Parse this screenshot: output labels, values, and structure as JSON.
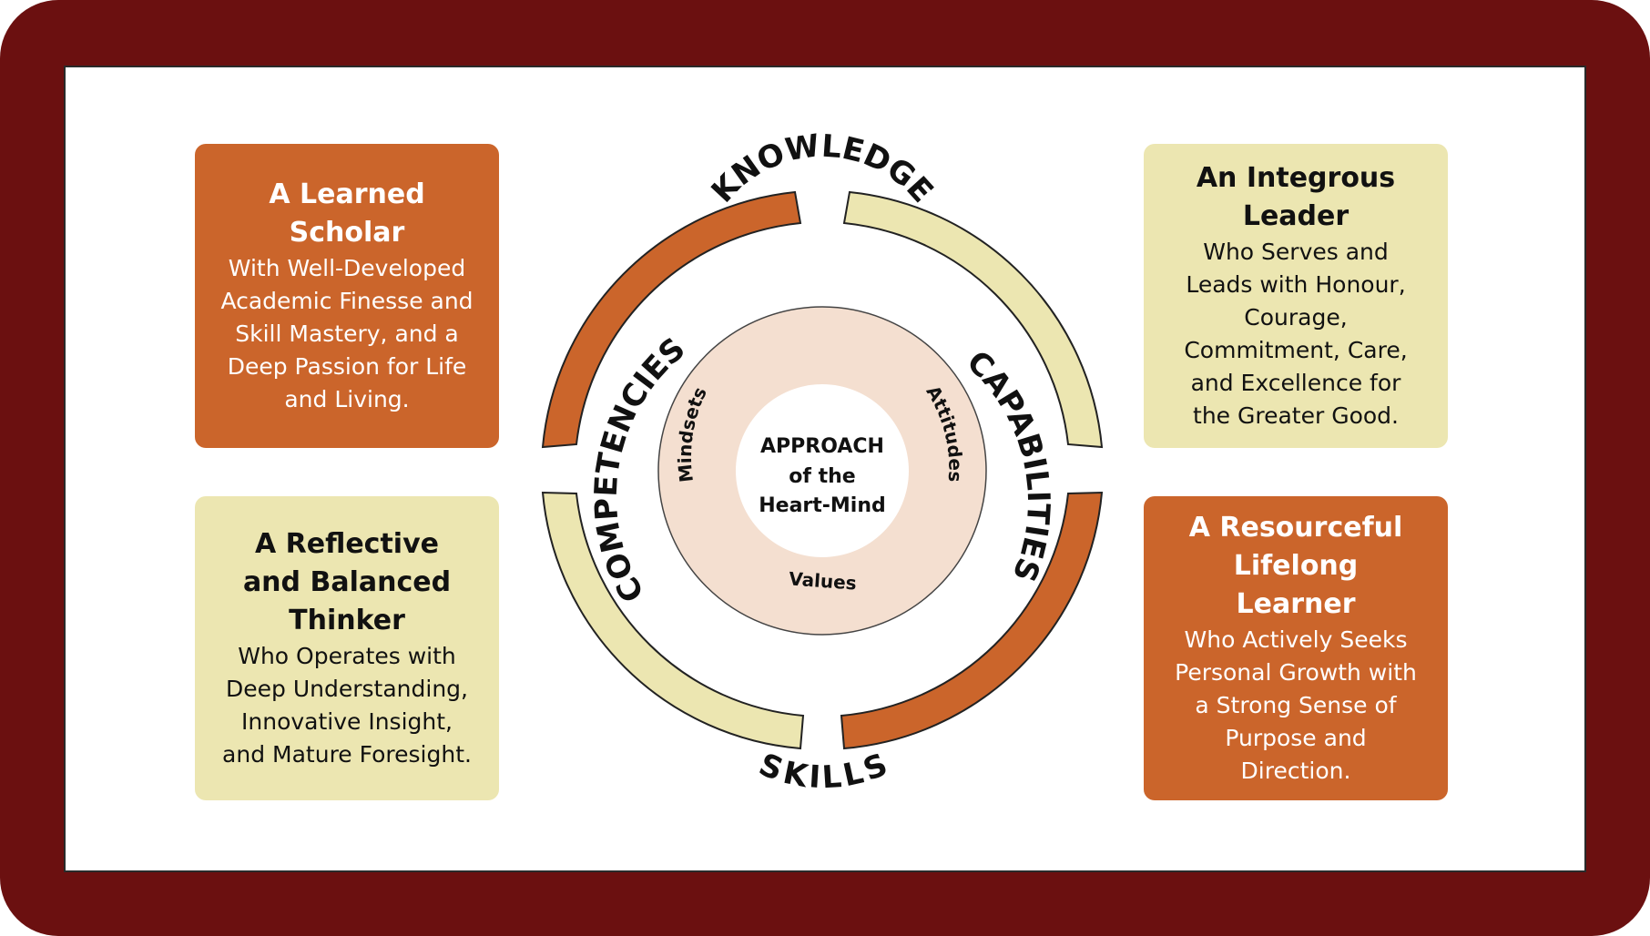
{
  "colors": {
    "frame": "#6b1010",
    "orange": "#cb652b",
    "cream": "#ece6b1",
    "inner_fill": "#f4dfd0"
  },
  "cards": {
    "scholar": {
      "title": "A Learned Scholar",
      "body": "With Well-Developed Academic Finesse and Skill Mastery, and a Deep Passion for Life and Living."
    },
    "leader": {
      "title": "An Integrous Leader",
      "body": "Who Serves and Leads with Honour, Courage, Commitment, Care, and Excellence for the Greater Good."
    },
    "thinker": {
      "title": "A Reflective and Balanced Thinker",
      "body": "Who Operates with Deep Understanding, Innovative Insight, and Mature Foresight."
    },
    "learner": {
      "title": "A Resourceful Lifelong Learner",
      "body": "Who Actively Seeks Personal Growth with a Strong Sense of Purpose and Direction."
    }
  },
  "ring": {
    "top": "KNOWLEDGE",
    "right": "CAPABILITIES",
    "bottom": "SKILLS",
    "left": "COMPETENCIES"
  },
  "inner_ring": {
    "left": "Mindsets",
    "right": "Attitudes",
    "bottom": "Values"
  },
  "core": {
    "line1": "APPROACH",
    "line2": "of the",
    "line3": "Heart-Mind"
  }
}
